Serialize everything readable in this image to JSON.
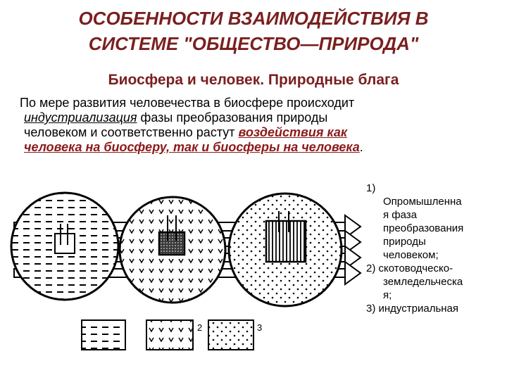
{
  "title": {
    "line1": "ОСОБЕННОСТИ ВЗАИМОДЕЙСТВИЯ В",
    "line2": "СИСТЕМЕ \"ОБЩЕСТВО—ПРИРОДА\""
  },
  "subtitle": "Биосфера и человек. Природные блага",
  "paragraph": {
    "l1": "По мере развития человечества в биосфере происходит",
    "l2_em": "индустриализация",
    "l2_rest": " фазы преобразования природы",
    "l3_plain": "человеком и соответственно растут ",
    "l3_accent": "воздействия как",
    "l4_accent": "человека на биосферу, так и биосферы на человека",
    "l4_end": "."
  },
  "phases": {
    "p1_num": "1)",
    "p1_lines": [
      "Опромышленна",
      "я фаза",
      "преобразования",
      "природы",
      "человеком;"
    ],
    "p2_num": "2)",
    "p2_lines": [
      "скотоводческо-",
      "земледельческа",
      "я;"
    ],
    "p3_num": "3)",
    "p3_text": "индустриальная"
  },
  "legend": {
    "n2": "2",
    "n3": "3"
  }
}
